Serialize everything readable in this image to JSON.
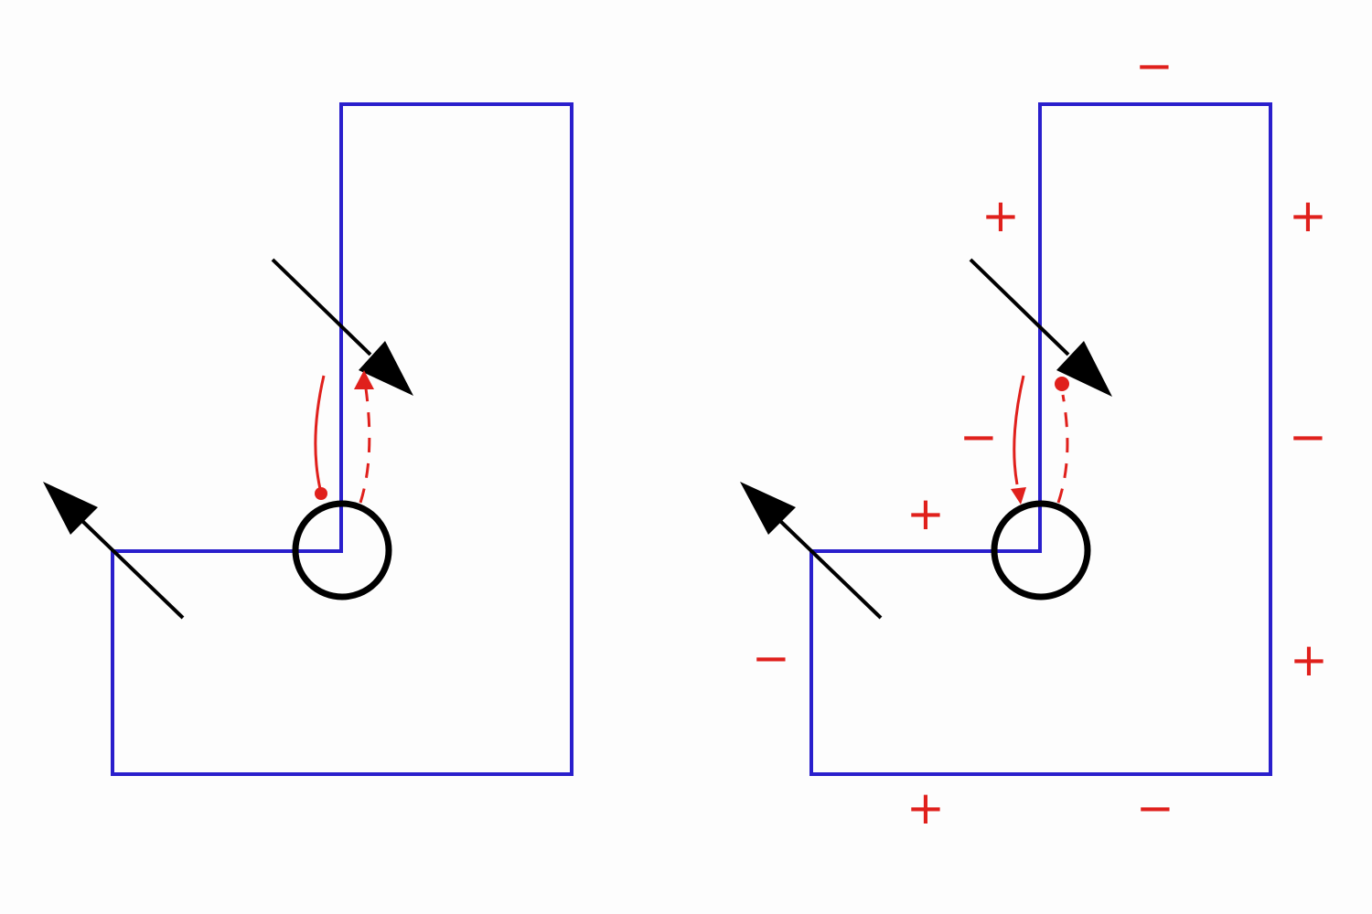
{
  "colors": {
    "outline": "#2a1fcc",
    "arrow": "#000000",
    "charge": "#e0201c"
  },
  "left_panel": {
    "shape": "L-shaped region",
    "icons": [
      "corner-circle",
      "incoming-arrow",
      "outgoing-arrow",
      "curved-red-arrow-solid",
      "curved-red-arrow-dashed"
    ]
  },
  "right_panel": {
    "signs": [
      "−",
      "+",
      "+",
      "−",
      "−",
      "+",
      "−",
      "+",
      "+",
      "−"
    ]
  }
}
